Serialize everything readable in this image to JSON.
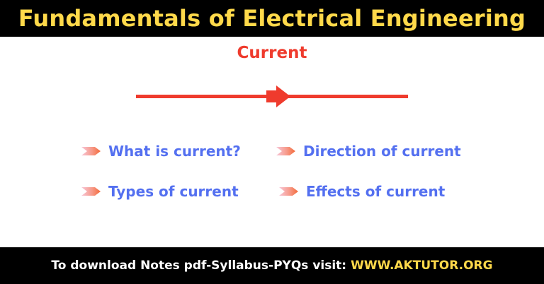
{
  "header": {
    "title": "Fundamentals of Electrical Engineering"
  },
  "subject": {
    "label": "Current"
  },
  "topics": [
    {
      "label": "What is current?"
    },
    {
      "label": "Direction of current"
    },
    {
      "label": "Types of current"
    },
    {
      "label": "Effects of current"
    }
  ],
  "footer": {
    "text": "To download Notes pdf-Syllabus-PYQs visit:",
    "link": "WWW.AKTUTOR.ORG"
  },
  "colors": {
    "bar_background": "#000000",
    "title_yellow": "#ffd94a",
    "subject_red": "#ef3b2d",
    "topic_blue": "#5470f0",
    "chevron_start": "#f7c6d8",
    "chevron_end": "#f36b3a"
  },
  "icons": {
    "topic_bullet": "chevron-arrow-icon",
    "current_direction": "arrow-right-icon"
  }
}
